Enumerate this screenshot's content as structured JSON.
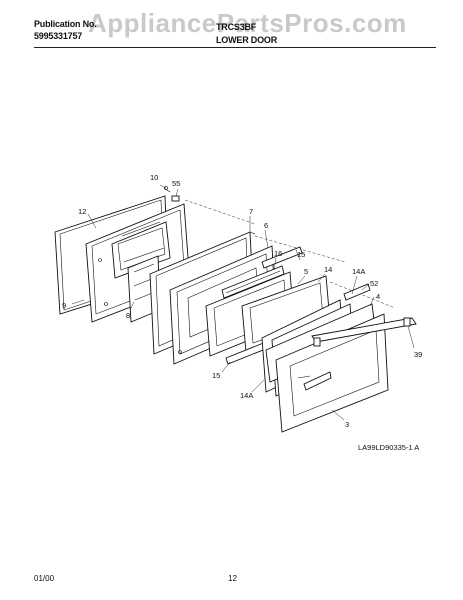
{
  "header": {
    "publication_label": "Publication No.",
    "publication_number": "5995331757",
    "model": "TRCS3BF",
    "section_title": "LOWER DOOR"
  },
  "watermark": "AppliancePartsPros.com",
  "callouts": {
    "c10": "10",
    "c55": "55",
    "c12": "12",
    "c7": "7",
    "c6": "6",
    "c16": "16",
    "c15a": "15",
    "c5": "5",
    "c14": "14",
    "c14Aa": "14A",
    "c52": "52",
    "c4": "4",
    "c9": "9",
    "c8": "8",
    "c39": "39",
    "c15b": "15",
    "c14Ab": "14A",
    "c3": "3"
  },
  "diagram_code": "LA99LD90335-1 A",
  "footer": {
    "date": "01/00",
    "page": "12"
  }
}
